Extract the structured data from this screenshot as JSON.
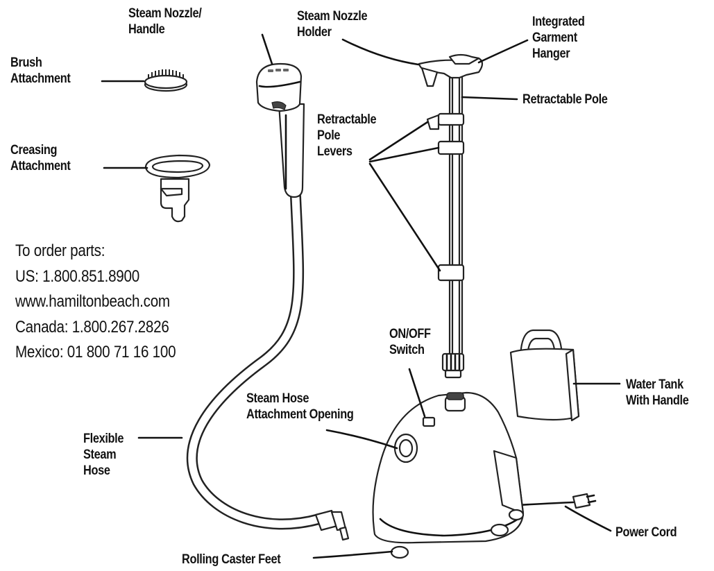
{
  "labels": {
    "steam_nozzle_handle": [
      "Steam Nozzle/",
      "Handle"
    ],
    "steam_nozzle_holder": [
      "Steam Nozzle",
      "Holder"
    ],
    "integrated_garment_hanger": [
      "Integrated",
      "Garment",
      "Hanger"
    ],
    "brush_attachment": [
      "Brush",
      "Attachment"
    ],
    "retractable_pole": [
      "Retractable Pole"
    ],
    "retractable_pole_levers": [
      "Retractable",
      "Pole",
      "Levers"
    ],
    "creasing_attachment": [
      "Creasing",
      "Attachment"
    ],
    "on_off_switch": [
      "ON/OFF",
      "Switch"
    ],
    "water_tank_with_handle": [
      "Water Tank",
      "With Handle"
    ],
    "steam_hose_attachment_opening": [
      "Steam Hose",
      "Attachment Opening"
    ],
    "flexible_steam_hose": [
      "Flexible",
      "Steam",
      "Hose"
    ],
    "power_cord": [
      "Power Cord"
    ],
    "rolling_caster_feet": [
      "Rolling Caster Feet"
    ]
  },
  "order_info": {
    "heading": "To order parts:",
    "us": "US: 1.800.851.8900",
    "website": "www.hamiltonbeach.com",
    "canada": "Canada: 1.800.267.2826",
    "mexico": "Mexico: 01 800 71 16 100"
  }
}
